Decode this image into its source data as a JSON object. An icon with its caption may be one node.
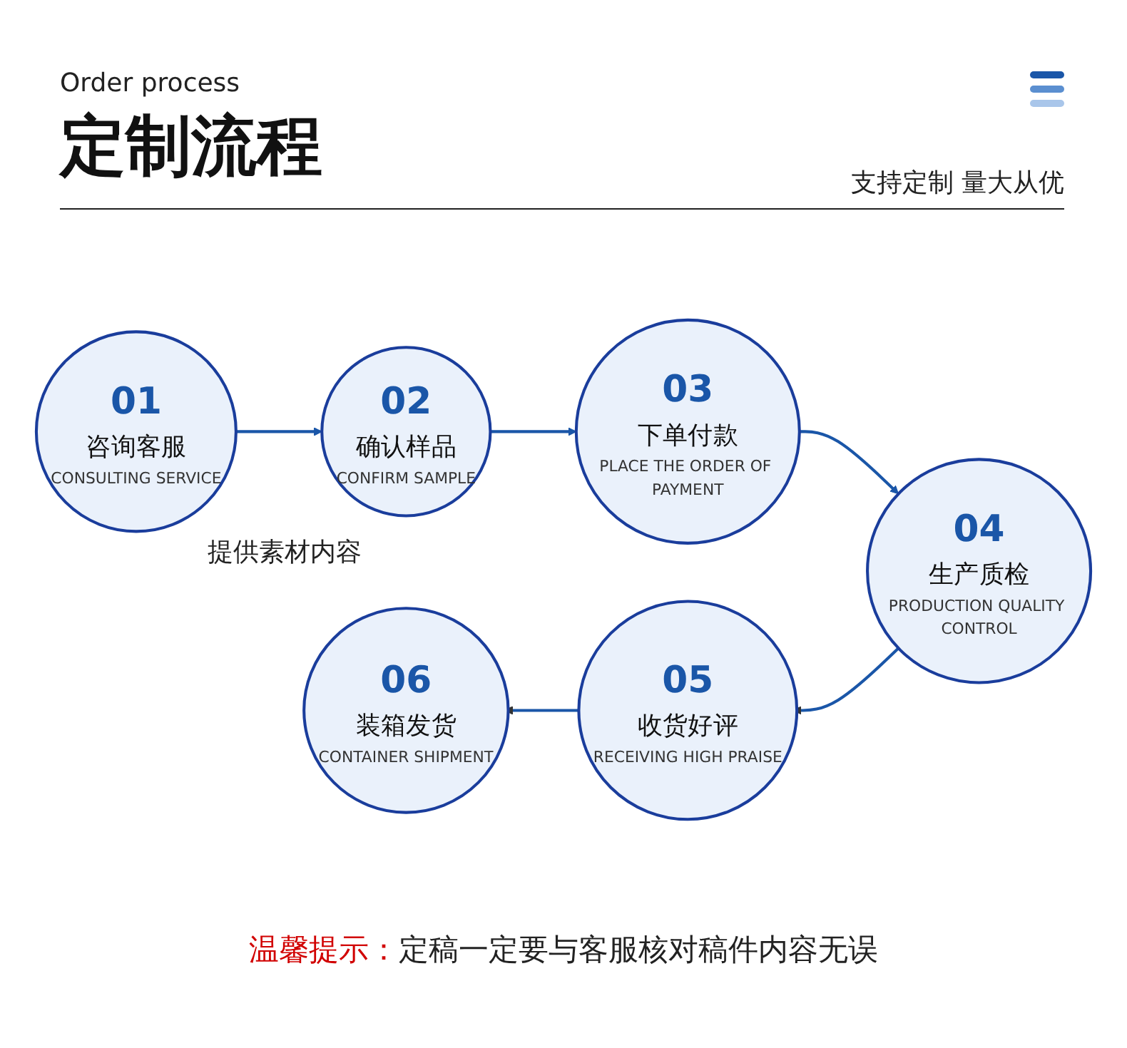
{
  "diagram": {
    "title": "定制流程",
    "nodes": [
      {
        "text": [
          "01",
          "咨询客服",
          "CONSULTING SERVICE"
        ],
        "beside": [
          "提供素材内容"
        ]
      },
      {
        "text": [
          "02",
          "确认样品",
          "CONFIRM SAMPLE"
        ]
      },
      {
        "text": [
          "03",
          "下单付款",
          "PLACE THE ORDER OF PAYMENT"
        ]
      },
      {
        "text": [
          "04",
          "生产质检",
          "PRODUCTION QUALITY CONTROL"
        ]
      },
      {
        "text": [
          "05",
          "收货好评",
          "RECEIVING HIGH PRAISE"
        ]
      },
      {
        "text": [
          "06",
          "装箱发货",
          "CONTAINER SHIPMENT"
        ]
      }
    ],
    "edges": [
      {
        "from": 0,
        "to": 1,
        "arrow": "to"
      },
      {
        "from": 1,
        "to": 2,
        "arrow": "to"
      },
      {
        "from": 2,
        "to": 3,
        "arrow": "to"
      },
      {
        "from": 3,
        "to": 4,
        "arrow": "to"
      },
      {
        "from": 4,
        "to": 5,
        "arrow": "to"
      }
    ],
    "labels": [
      "Order process",
      "支持定制 量大从优",
      "温馨提示：",
      "定稿一定要与客服核对稿件内容无误"
    ]
  }
}
